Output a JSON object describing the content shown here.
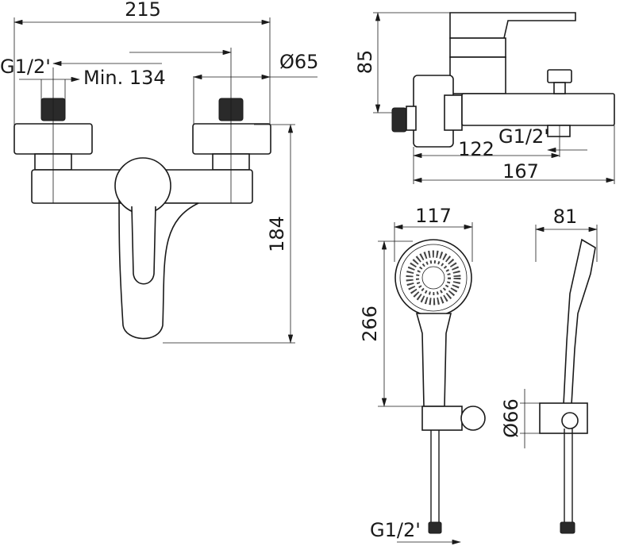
{
  "front_view": {
    "width": "215",
    "thread": "G1/2'",
    "min_centers": "Min. 134",
    "diameter": "Ø65",
    "height": "184"
  },
  "side_view": {
    "height": "85",
    "thread": "G1/2'",
    "outlet_depth": "122",
    "total_depth": "167"
  },
  "hand_shower": {
    "head_width": "117",
    "length": "266",
    "side_width": "81",
    "holder_diameter": "Ø66",
    "hose_thread": "G1/2'"
  }
}
